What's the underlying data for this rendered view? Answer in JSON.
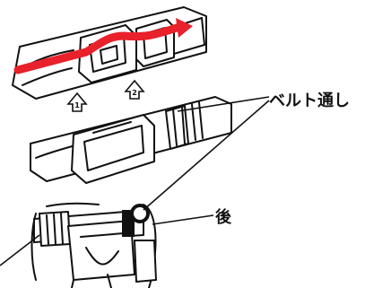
{
  "diagram": {
    "labels": {
      "belt_loop": "ベルト通し",
      "back": "後"
    },
    "steps": [
      "1",
      "2"
    ],
    "colors": {
      "ink": "#111111",
      "belt_red": "#e8212b",
      "background": "#ffffff"
    }
  }
}
